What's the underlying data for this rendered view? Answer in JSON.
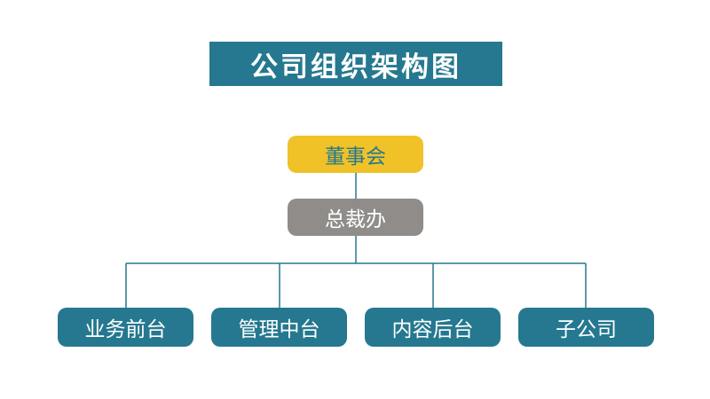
{
  "title": "公司组织架构图",
  "nodes": {
    "board": "董事会",
    "president_office": "总裁办",
    "departments": [
      "业务前台",
      "管理中台",
      "内容后台",
      "子公司"
    ]
  },
  "colors": {
    "primary": "#25788f",
    "board_fill": "#f0c228",
    "office_fill": "#8f8c89",
    "connector": "#25788f"
  }
}
